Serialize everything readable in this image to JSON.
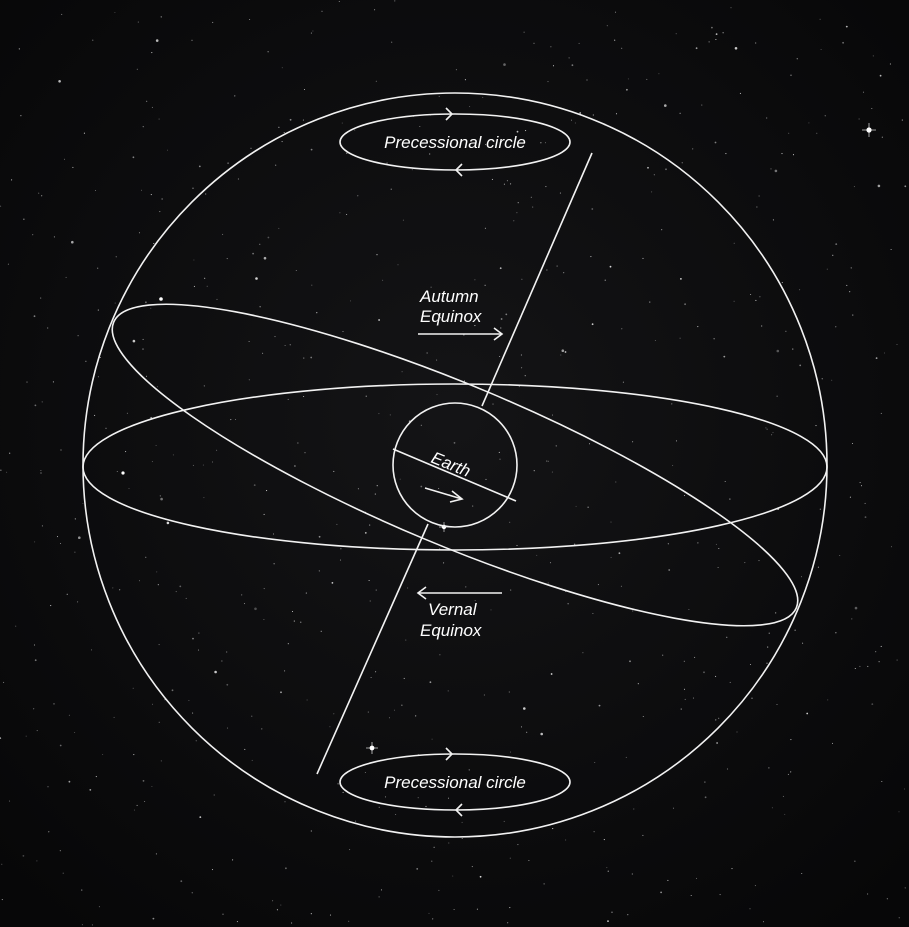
{
  "labels": {
    "precessional_top": "Precessional circle",
    "precessional_bottom": "Precessional circle",
    "autumn_line1": "Autumn",
    "autumn_line2": "Equinox",
    "vernal_line1": "Vernal",
    "vernal_line2": "Equinox",
    "earth": "Earth"
  },
  "colors": {
    "background": "#0b0b0c",
    "line": "#f2f2f2",
    "text": "#ffffff"
  },
  "icons": {
    "arrows": "arrow-icon"
  }
}
